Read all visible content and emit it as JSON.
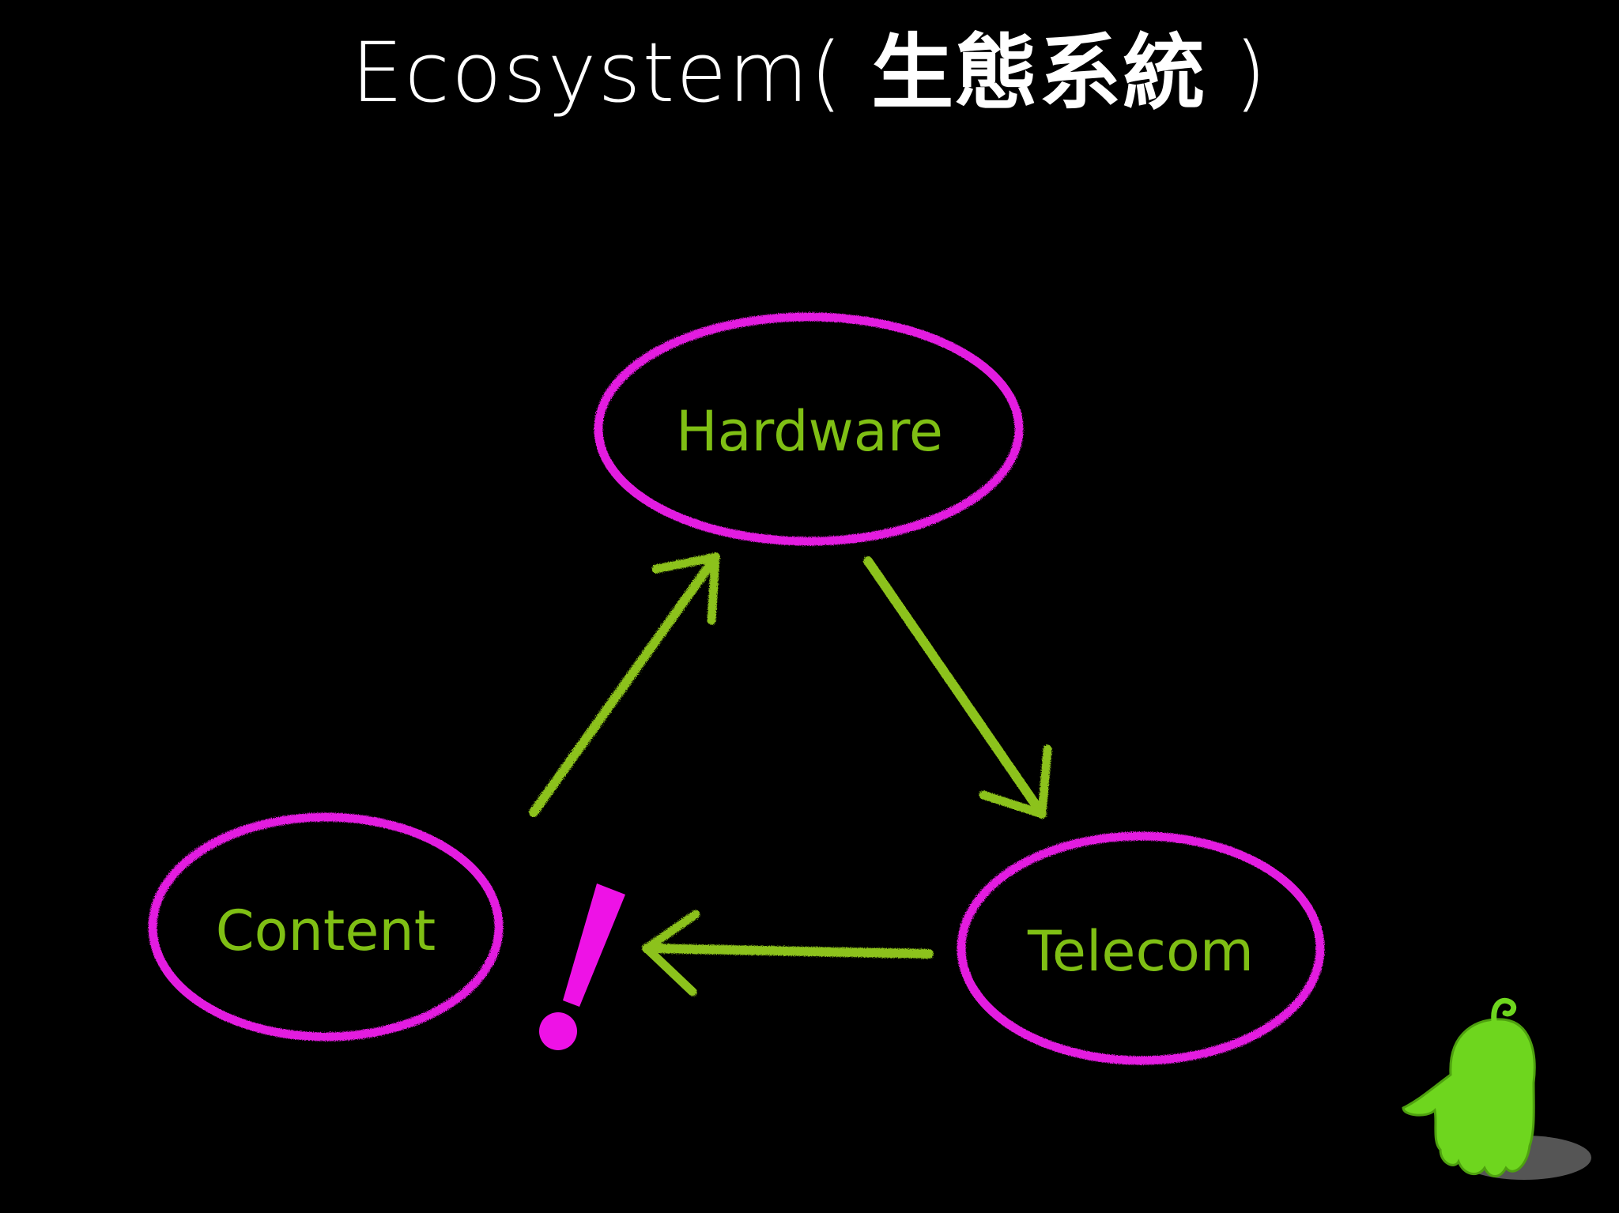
{
  "title": {
    "latin": "Ecosystem(",
    "cjk": "生態系統",
    "close": ")"
  },
  "nodes": [
    {
      "id": "hardware",
      "label": "Hardware"
    },
    {
      "id": "telecom",
      "label": "Telecom"
    },
    {
      "id": "content",
      "label": "Content"
    }
  ],
  "edges": [
    {
      "from": "hardware",
      "to": "telecom"
    },
    {
      "from": "telecom",
      "to": "content"
    },
    {
      "from": "content",
      "to": "hardware"
    }
  ],
  "exclamation": "!",
  "colors": {
    "background": "#000000",
    "title": "#ffffff",
    "ellipse": "#e31ee0",
    "label": "#7fbf14",
    "arrow": "#8cc21a",
    "exclamation": "#ee12e6",
    "mascot": "#6ed61e"
  },
  "mascot": {
    "icon": "green-ghost-mascot-icon"
  }
}
